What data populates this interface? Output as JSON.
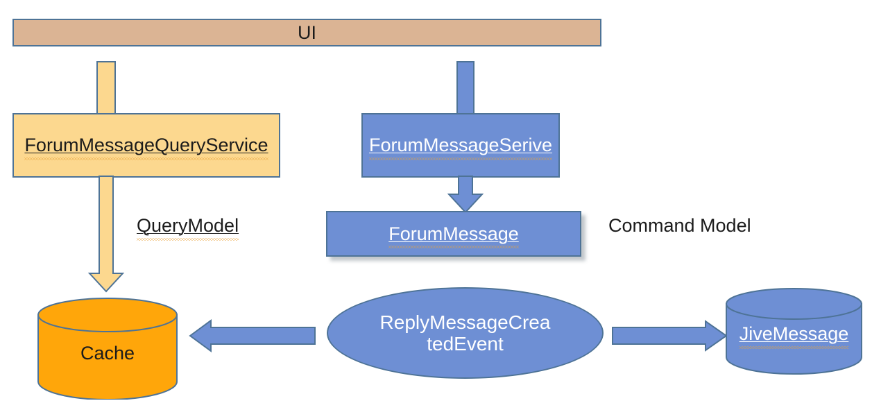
{
  "diagram": {
    "title": "CQRS forum message flow diagram",
    "colors": {
      "tan_fill": "#DBB494",
      "light_orange_fill": "#FCD88F",
      "blue_fill": "#6E8FD4",
      "orange_fill": "#FFA60A",
      "border": "#4E7396",
      "squiggle": "#E8A33D",
      "white_text": "#ffffff",
      "dark_text": "#1b1b1b"
    },
    "nodes": {
      "ui": {
        "label": "UI",
        "shape": "rectangle"
      },
      "query_service": {
        "label": "ForumMessageQueryService",
        "shape": "rectangle"
      },
      "message_service": {
        "label": "ForumMessageSerive",
        "shape": "rectangle"
      },
      "forum_message": {
        "label": "ForumMessage",
        "shape": "rectangle"
      },
      "cache": {
        "label": "Cache",
        "shape": "cylinder"
      },
      "event": {
        "label_line1": "ReplyMessageCrea",
        "label_line2": "tedEvent",
        "shape": "ellipse"
      },
      "jive_message": {
        "label": "JiveMessage",
        "shape": "cylinder"
      }
    },
    "labels": {
      "query_model": "QueryModel",
      "command_model": "Command Model"
    },
    "connectors": [
      {
        "name": "ui-to-query-service",
        "style": "orange-bar"
      },
      {
        "name": "ui-to-message-service",
        "style": "blue-bar"
      },
      {
        "name": "message-service-to-forum-message",
        "style": "blue-block-arrow-down"
      },
      {
        "name": "query-service-to-cache",
        "style": "orange-block-arrow-down"
      },
      {
        "name": "event-to-cache",
        "style": "blue-block-arrow-left"
      },
      {
        "name": "event-to-jive-message",
        "style": "blue-block-arrow-right"
      }
    ]
  }
}
